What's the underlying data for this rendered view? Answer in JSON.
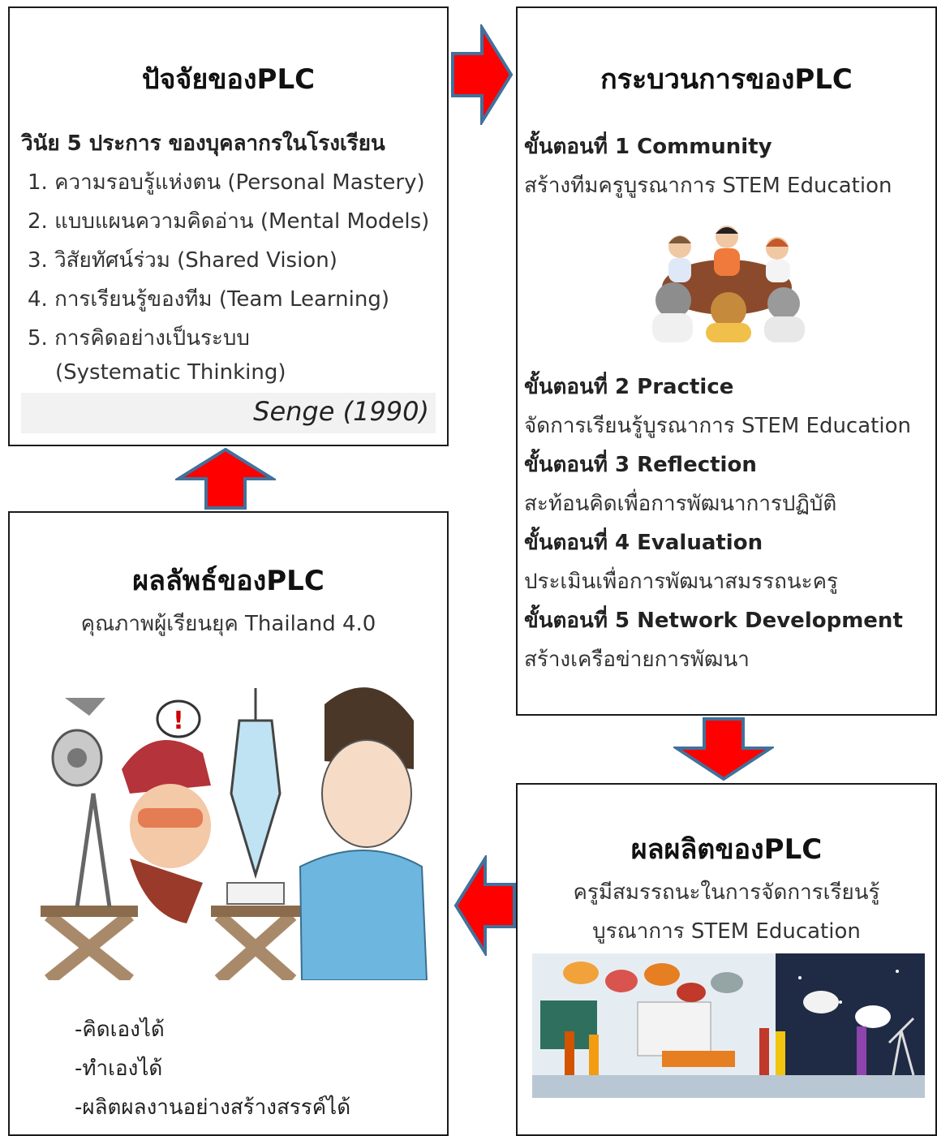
{
  "factors": {
    "title": "ปัจจัยของPLC",
    "heading": "วินัย 5 ประการ ของบุคลากรในโรงเรียน",
    "items": [
      "1. ความรอบรู้แห่งตน (Personal Mastery)",
      "2. แบบแผนความคิดอ่าน (Mental Models)",
      "3. วิสัยทัศน์ร่วม (Shared Vision)",
      "4. การเรียนรู้ของทีม (Team Learning)",
      "5. การคิดอย่างเป็นระบบ",
      "(Systematic Thinking)"
    ],
    "citation": "Senge (1990)"
  },
  "process": {
    "title": "กระบวนการของPLC",
    "steps": [
      {
        "label": "ขั้นตอนที่ 1 Community",
        "desc": "สร้างทีมครูบูรณาการ STEM Education"
      },
      {
        "label": "ขั้นตอนที่ 2 Practice",
        "desc": "จัดการเรียนรู้บูรณาการ STEM Education"
      },
      {
        "label": "ขั้นตอนที่ 3 Reflection",
        "desc": "สะท้อนคิดเพื่อการพัฒนาการปฏิบัติ"
      },
      {
        "label": "ขั้นตอนที่ 4 Evaluation",
        "desc": "ประเมินเพื่อการพัฒนาสมรรถนะครู"
      },
      {
        "label": "ขั้นตอนที่ 5 Network Development",
        "desc": "สร้างเครือข่ายการพัฒนา"
      }
    ]
  },
  "outcomes": {
    "title": "ผลลัพธ์ของPLC",
    "subtitle": "คุณภาพผู้เรียนยุค Thailand 4.0",
    "bullets": [
      "-คิดเองได้",
      "-ทำเองได้",
      "-ผลิตผลงานอย่างสร้างสรรค์ได้"
    ]
  },
  "products": {
    "title": "ผลผลิตของPLC",
    "line1": "ครูมีสมรรถนะในการจัดการเรียนรู้",
    "line2": "บูรณาการ STEM Education"
  },
  "colors": {
    "arrow_fill": "#ff0000",
    "arrow_stroke": "#41719c",
    "border": "#1a1a1a"
  }
}
